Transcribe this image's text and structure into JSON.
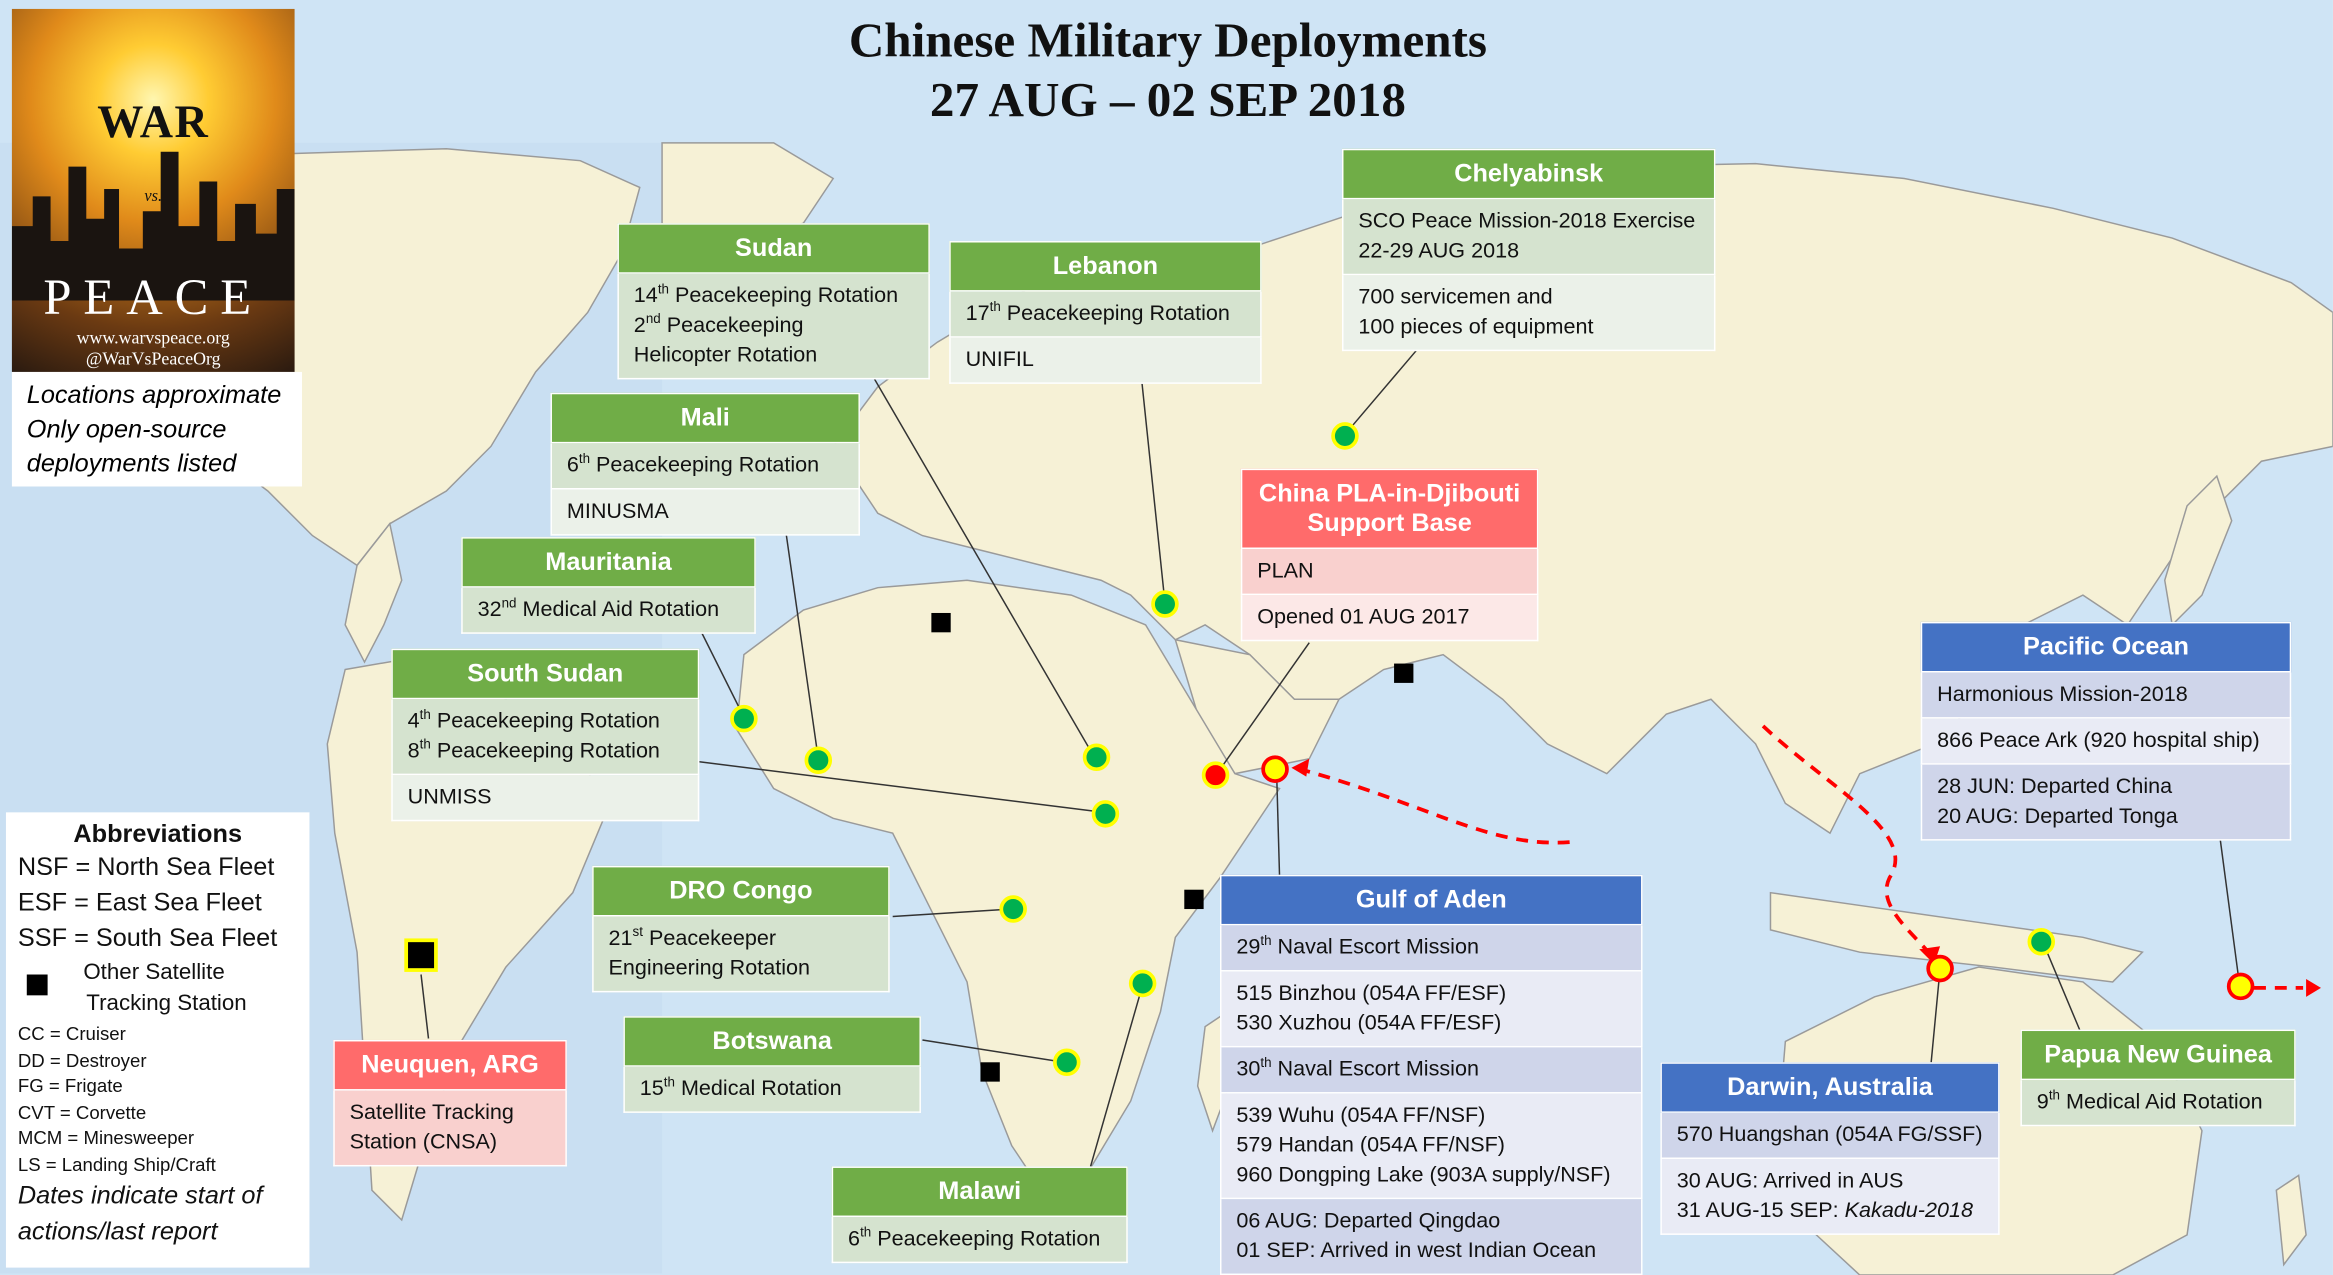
{
  "title_line1": "Chinese Military Deployments",
  "title_line2": "27 AUG – 02 SEP 2018",
  "logo": {
    "war": "WAR",
    "vs": "vs.",
    "peace": "PEACE",
    "url": "www.warvspeace.org",
    "handle": "@WarVsPeaceOrg"
  },
  "notes": [
    "Locations approximate",
    "Only open-source",
    "deployments listed"
  ],
  "abbreviations": {
    "heading": "Abbreviations",
    "fleets": [
      "NSF = North Sea Fleet",
      "ESF = East Sea Fleet",
      "SSF = South Sea Fleet"
    ],
    "station_line1": "Other Satellite",
    "station_line2": "Tracking Station",
    "ships": [
      "CC = Cruiser",
      "DD = Destroyer",
      "FG = Frigate",
      "CVT = Corvette",
      "MCM = Minesweeper",
      "LS = Landing Ship/Craft"
    ],
    "dates_line1": "Dates indicate start of",
    "dates_line2": "actions/last report"
  },
  "boxes": {
    "sudan": {
      "header": "Sudan",
      "r1": "14th Peacekeeping Rotation",
      "r2a": "2nd Peacekeeping",
      "r2b": "Helicopter Rotation"
    },
    "lebanon": {
      "header": "Lebanon",
      "r1": "17th Peacekeeping Rotation",
      "r2": "UNIFIL"
    },
    "chelyabinsk": {
      "header": "Chelyabinsk",
      "r1a": "SCO Peace Mission-2018 Exercise",
      "r1b": "22-29 AUG 2018",
      "r2a": "700 servicemen and",
      "r2b": "100 pieces of equipment"
    },
    "mali": {
      "header": "Mali",
      "r1": "6th Peacekeeping Rotation",
      "r2": "MINUSMA"
    },
    "djibouti": {
      "header_a": "China PLA-in-Djibouti",
      "header_b": "Support Base",
      "r1": "PLAN",
      "r2": "Opened 01 AUG 2017"
    },
    "mauritania": {
      "header": "Mauritania",
      "r1": "32nd Medical Aid Rotation"
    },
    "southsudan": {
      "header": "South Sudan",
      "r1a": "4th Peacekeeping Rotation",
      "r1b": "8th Peacekeeping Rotation",
      "r2": "UNMISS"
    },
    "pacific": {
      "header": "Pacific Ocean",
      "r1": "Harmonious Mission-2018",
      "r2": "866 Peace Ark (920 hospital ship)",
      "r3a": "28 JUN: Departed China",
      "r3b": "20 AUG: Departed Tonga"
    },
    "drocongo": {
      "header": "DRO Congo",
      "r1a": "21st Peacekeeper",
      "r1b": "Engineering Rotation"
    },
    "gulfaden": {
      "header": "Gulf of Aden",
      "r1": "29th Naval Escort Mission",
      "r2a": "515 Binzhou (054A FF/ESF)",
      "r2b": "530 Xuzhou (054A FF/ESF)",
      "r3": "30th Naval Escort Mission",
      "r4a": "539 Wuhu (054A FF/NSF)",
      "r4b": "579 Handan (054A FF/NSF)",
      "r4c": "960 Dongping Lake (903A supply/NSF)",
      "r5a": "06 AUG: Departed Qingdao",
      "r5b": "01 SEP: Arrived in west Indian Ocean"
    },
    "botswana": {
      "header": "Botswana",
      "r1": "15th Medical Rotation"
    },
    "neuquen": {
      "header": "Neuquen, ARG",
      "r1a": "Satellite Tracking",
      "r1b": "Station (CNSA)"
    },
    "darwin": {
      "header": "Darwin, Australia",
      "r1": "570 Huangshan (054A FG/SSF)",
      "r2a": "30 AUG: Arrived in AUS",
      "r2b_prefix": "31 AUG-15 SEP: ",
      "r2b_italic": "Kakadu-2018"
    },
    "png": {
      "header": "Papua New Guinea",
      "r1": "9th Medical Aid Rotation"
    },
    "malawi": {
      "header": "Malawi",
      "r1": "6th Peacekeeping Rotation"
    }
  },
  "colors": {
    "green_header": "#70ad47",
    "blue_header": "#4472c4",
    "red_header": "#ff6b6b",
    "marker_green": "#00b050",
    "marker_yellow": "#ffff00",
    "marker_red": "#ff0000",
    "route": "#ff0000",
    "ocean": "#cfe4f5",
    "land": "#f6f1d6"
  }
}
